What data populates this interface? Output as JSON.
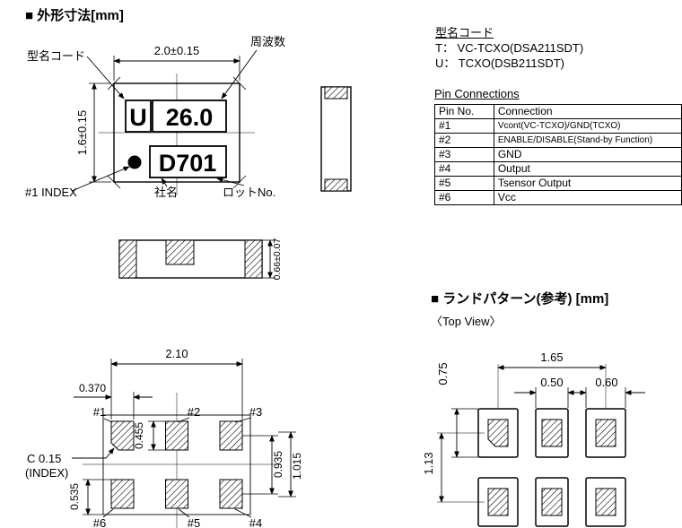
{
  "ink": "#000000",
  "outline_section": {
    "title": "■ 外形寸法[mm]",
    "labels": {
      "model_code": "型名コード",
      "frequency": "周波数",
      "index": "#1 INDEX",
      "company": "社名",
      "lot_no": "ロットNo."
    },
    "dims": {
      "width": "2.0±0.15",
      "height": "1.6±0.15",
      "thickness": "0.66±0.07"
    },
    "marking": {
      "code": "U",
      "freq": "26.0",
      "line2": "D701"
    }
  },
  "model_code_block": {
    "title": "型名コード",
    "line1": "T：  VC-TCXO(DSA211SDT)",
    "line2": "U：  TCXO(DSB211SDT)"
  },
  "pin_table": {
    "title": "Pin Connections",
    "headers": [
      "Pin No.",
      "Connection"
    ],
    "rows": [
      [
        "#1",
        "Vcont(VC-TCXO)/GND(TCXO)"
      ],
      [
        "#2",
        "ENABLE/DISABLE(Stand-by Function)"
      ],
      [
        "#3",
        "GND"
      ],
      [
        "#4",
        "Output"
      ],
      [
        "#5",
        "Tsensor Output"
      ],
      [
        "#6",
        "Vcc"
      ]
    ]
  },
  "pad_layout": {
    "dim_overall_width": "2.10",
    "dim_pad_width": "0.370",
    "dim_pad_height": "0.455",
    "dim_row_pitch": "0.935",
    "dim_row_outer": "1.015",
    "dim_corner": "0.535",
    "chamfer_note_line1": "C 0.15",
    "chamfer_note_line2": "(INDEX)",
    "pads_top": [
      "#1",
      "#2",
      "#3"
    ],
    "pads_bottom": [
      "#6",
      "#5",
      "#4"
    ]
  },
  "land_section": {
    "title": "■ ランドパターン(参考) [mm]",
    "subtitle": "〈Top View〉",
    "dims": {
      "span": "1.65",
      "mid_width": "0.50",
      "outer_width": "0.60",
      "pad_height": "0.75",
      "row_pitch": "1.13"
    }
  }
}
